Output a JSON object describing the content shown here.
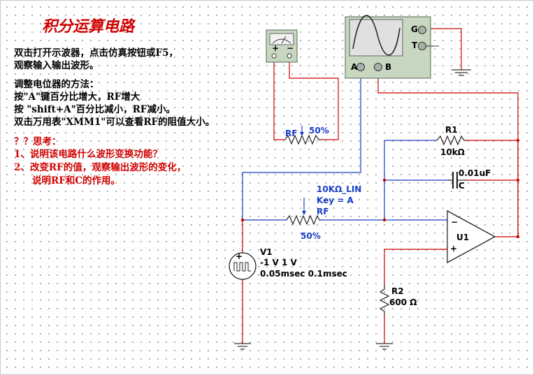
{
  "title": "积分运算电路",
  "instructions": {
    "line1": "双击打开示波器，点击仿真按钮或F5，",
    "line2": "观察输入输出波形。",
    "adjust_title": "调整电位器的方法：",
    "adjust_1": "按\"A\"键百分比增大，RF增大",
    "adjust_2": "按 \"shift+A\"百分比减小，RF减小。",
    "adjust_3": "双击万用表\"XMM1\"可以查看RF的阻值大小。"
  },
  "questions": {
    "header": "？？思考：",
    "q1": "1、说明该电路什么波形变换功能？",
    "q2": "2、改变RF的值，观察输出波形的变化，",
    "q2b": "说明RF和C的作用。"
  },
  "multimeter": {
    "plus": "+",
    "minus": "−"
  },
  "oscilloscope": {
    "a": "A",
    "b": "B",
    "g": "G",
    "t": "T"
  },
  "components": {
    "rf_top": {
      "name": "RF",
      "value": "50%"
    },
    "r1": {
      "name": "R1",
      "value": "10kΩ"
    },
    "c": {
      "name": "C",
      "value": "0.01uF"
    },
    "rf_pot": {
      "spec": "10KΩ_LIN",
      "key": "Key = A",
      "name": "RF",
      "value": "50%"
    },
    "u1": {
      "name": "U1",
      "minus": "−",
      "plus": "+"
    },
    "v1": {
      "name": "V1",
      "amp": "-1 V 1 V",
      "timing": "0.05msec 0.1msec"
    },
    "r2": {
      "name": "R2",
      "value": "600 Ω"
    }
  },
  "colors": {
    "wire_red": "#cc0000",
    "wire_blue": "#1a3ec8",
    "title_red": "#d00000",
    "label_blue": "#1a3ec8"
  }
}
